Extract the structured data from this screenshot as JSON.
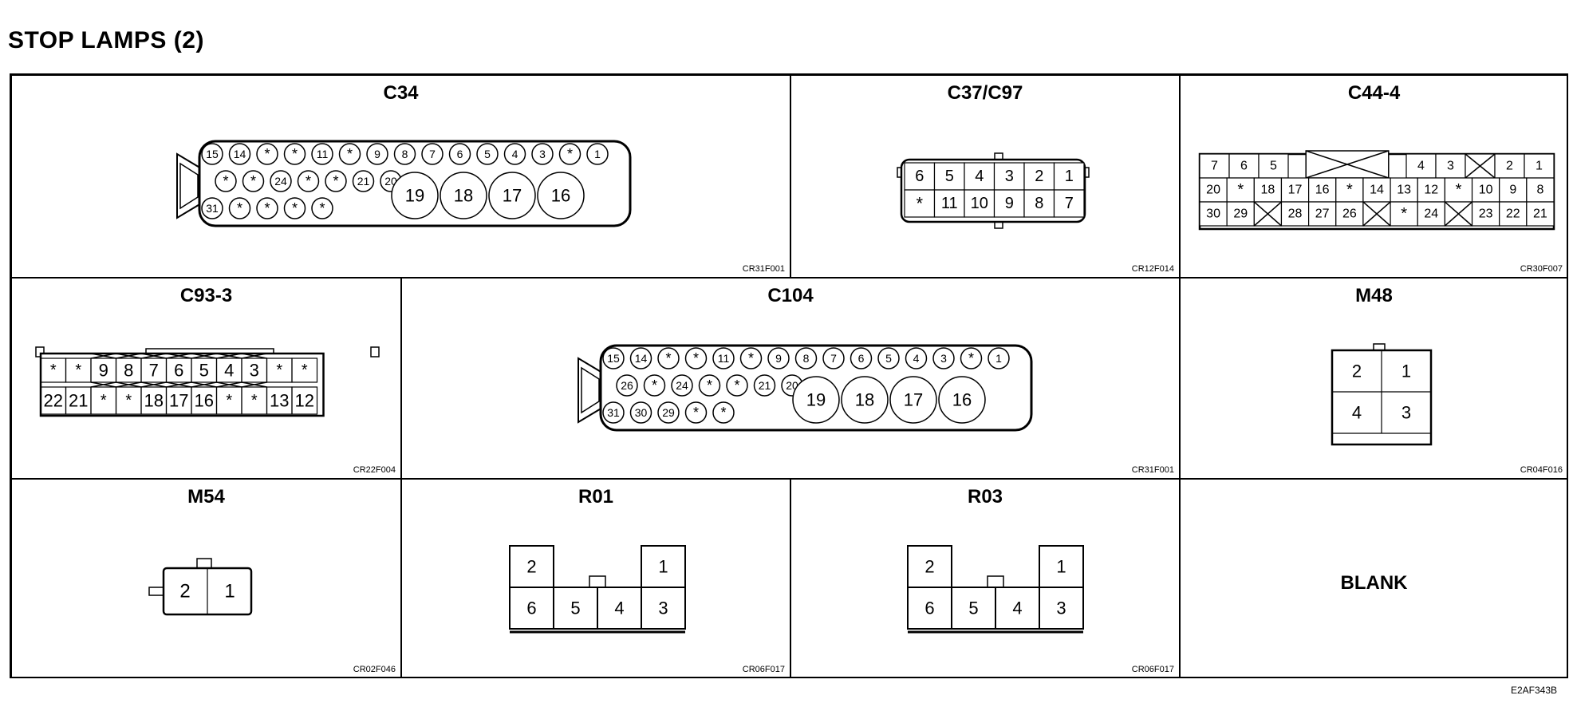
{
  "title": "STOP LAMPS (2)",
  "footer_code": "E2AF343B",
  "connectors": {
    "c34": {
      "name": "C34",
      "code": "CR31F001",
      "row1": [
        "15",
        "14",
        "*",
        "*",
        "11",
        "*",
        "9",
        "8",
        "7",
        "6",
        "5",
        "4",
        "3",
        "*",
        "1"
      ],
      "row2": [
        "*",
        "*",
        "24",
        "*",
        "*",
        "21",
        "20"
      ],
      "row3": [
        "31",
        "*",
        "*",
        "*",
        "*"
      ],
      "big": [
        "19",
        "18",
        "17",
        "16"
      ]
    },
    "c37": {
      "name": "C37/C97",
      "code": "CR12F014",
      "row1": [
        "6",
        "5",
        "4",
        "3",
        "2",
        "1"
      ],
      "row2": [
        "*",
        "11",
        "10",
        "9",
        "8",
        "7"
      ]
    },
    "c44": {
      "name": "C44-4",
      "code": "CR30F007",
      "row1": [
        "7",
        "6",
        "5",
        "",
        "",
        "",
        "4",
        "3",
        "X",
        "2",
        "1"
      ],
      "row2": [
        "20",
        "*",
        "18",
        "17",
        "16",
        "*",
        "14",
        "13",
        "12",
        "*",
        "10",
        "9",
        "8"
      ],
      "row3": [
        "30",
        "29",
        "X",
        "28",
        "27",
        "26",
        "X",
        "*",
        "24",
        "X",
        "23",
        "22",
        "21"
      ]
    },
    "c93": {
      "name": "C93-3",
      "code": "CR22F004",
      "row1": [
        "*",
        "*",
        "9",
        "8",
        "7",
        "6",
        "5",
        "4",
        "3",
        "*",
        "*"
      ],
      "row2": [
        "22",
        "21",
        "*",
        "*",
        "18",
        "17",
        "16",
        "*",
        "*",
        "13",
        "12"
      ]
    },
    "c104": {
      "name": "C104",
      "code": "CR31F001",
      "row1": [
        "15",
        "14",
        "*",
        "*",
        "11",
        "*",
        "9",
        "8",
        "7",
        "6",
        "5",
        "4",
        "3",
        "*",
        "1"
      ],
      "row2": [
        "26",
        "*",
        "24",
        "*",
        "*",
        "21",
        "20"
      ],
      "row3": [
        "31",
        "30",
        "29",
        "*",
        "*"
      ],
      "big": [
        "19",
        "18",
        "17",
        "16"
      ]
    },
    "m48": {
      "name": "M48",
      "code": "CR04F016",
      "pins": [
        "2",
        "1",
        "4",
        "3"
      ]
    },
    "m54": {
      "name": "M54",
      "code": "CR02F046",
      "pins": [
        "2",
        "1"
      ]
    },
    "r01": {
      "name": "R01",
      "code": "CR06F017",
      "top": [
        "2",
        "1"
      ],
      "bottom": [
        "6",
        "5",
        "4",
        "3"
      ]
    },
    "r03": {
      "name": "R03",
      "code": "CR06F017",
      "top": [
        "2",
        "1"
      ],
      "bottom": [
        "6",
        "5",
        "4",
        "3"
      ]
    },
    "blank": {
      "label": "BLANK"
    }
  }
}
